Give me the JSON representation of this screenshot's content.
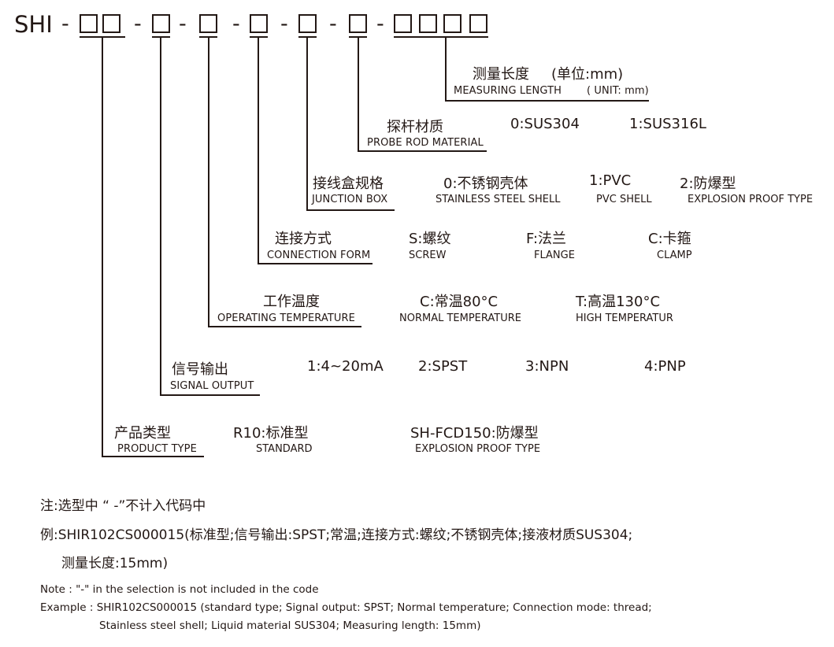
{
  "header": {
    "prefix": "SHI",
    "separator": "-"
  },
  "fields": {
    "length": {
      "cn": "测量长度",
      "unit_cn": "(单位:mm)",
      "en": "MEASURING LENGTH",
      "unit_en": "( UNIT: mm)"
    },
    "material": {
      "cn": "探杆材质",
      "en": "PROBE ROD MATERIAL",
      "options": [
        {
          "cn": "0:SUS304"
        },
        {
          "cn": "1:SUS316L"
        }
      ]
    },
    "junction": {
      "cn": "接线盒规格",
      "en": "JUNCTION BOX",
      "options": [
        {
          "cn": "0:不锈钢壳体",
          "en": "STAINLESS STEEL SHELL"
        },
        {
          "cn": "1:PVC",
          "en": "PVC SHELL"
        },
        {
          "cn": "2:防爆型",
          "en": "EXPLOSION PROOF TYPE"
        }
      ]
    },
    "connection": {
      "cn": "连接方式",
      "en": "CONNECTION FORM",
      "options": [
        {
          "cn": "S:螺纹",
          "en": "SCREW"
        },
        {
          "cn": "F:法兰",
          "en": "FLANGE"
        },
        {
          "cn": "C:卡箍",
          "en": "CLAMP"
        }
      ]
    },
    "temperature": {
      "cn": "工作温度",
      "en": "OPERATING TEMPERATURE",
      "options": [
        {
          "cn": "C:常温80°C",
          "en": "NORMAL TEMPERATURE"
        },
        {
          "cn": "T:高温130°C",
          "en": "HIGH TEMPERATUR"
        }
      ]
    },
    "signal": {
      "cn": "信号输出",
      "en": "SIGNAL OUTPUT",
      "options": [
        {
          "cn": "1:4~20mA"
        },
        {
          "cn": "2:SPST"
        },
        {
          "cn": "3:NPN"
        },
        {
          "cn": "4:PNP"
        }
      ]
    },
    "product": {
      "cn": "产品类型",
      "en": "PRODUCT TYPE",
      "options": [
        {
          "cn": "R10:标准型",
          "en": "STANDARD"
        },
        {
          "cn": "SH-FCD150:防爆型",
          "en": "EXPLOSION PROOF TYPE"
        }
      ]
    }
  },
  "notes": {
    "note_cn": "注:选型中 “ -”不计入代码中",
    "example_cn_1": "例:SHIR102CS000015(标准型;信号输出:SPST;常温;连接方式:螺纹;不锈钢壳体;接液材质SUS304;",
    "example_cn_2": "测量长度:15mm)",
    "note_en": "Note : \"-\" in the selection is not included in the code",
    "example_en_1": "Example : SHIR102CS000015 (standard type;  Signal output: SPST;  Normal temperature;  Connection mode: thread;",
    "example_en_2": "Stainless steel shell;  Liquid material SUS304;  Measuring length: 15mm)"
  }
}
